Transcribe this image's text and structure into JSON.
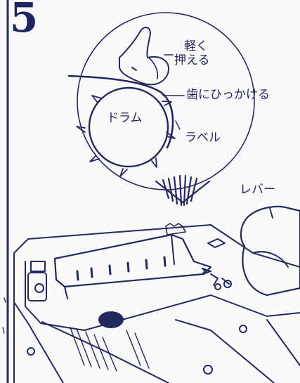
{
  "step_number": "5",
  "labels": {
    "press_lightly_line1": "軽く",
    "press_lightly_line2": "押える",
    "hook_teeth": "歯にひっかける",
    "drum": "ドラム",
    "label": "ラベル",
    "lever": "レバー"
  },
  "colors": {
    "ink": "#23285f",
    "paper": "#fafafb"
  }
}
